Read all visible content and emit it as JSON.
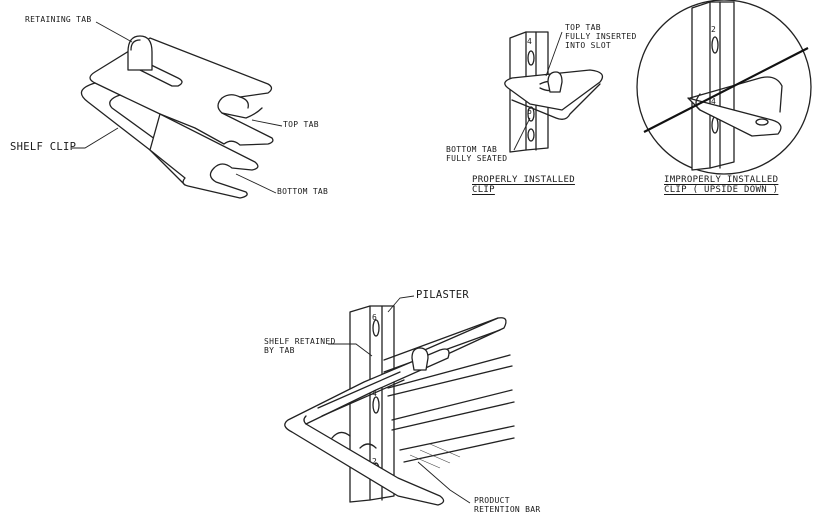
{
  "labels": {
    "retaining_tab": "RETAINING TAB",
    "shelf_clip": "SHELF CLIP",
    "top_tab": "TOP TAB",
    "bottom_tab": "BOTTOM TAB",
    "top_tab_inserted": [
      "TOP TAB",
      "FULLY INSERTED",
      "INTO SLOT"
    ],
    "bottom_tab_seated": [
      "BOTTOM TAB",
      "FULLY SEATED"
    ],
    "properly_installed": [
      "PROPERLY INSTALLED",
      "CLIP"
    ],
    "improperly_installed": [
      "IMPROPERLY INSTALLED",
      "CLIP ( UPSIDE DOWN )"
    ],
    "pilaster": "PILASTER",
    "shelf_retained": [
      "SHELF RETAINED",
      "BY TAB"
    ],
    "product_retention_bar": [
      "PRODUCT",
      "RETENTION BAR"
    ]
  },
  "slot_numbers": {
    "proper": [
      "4",
      "6"
    ],
    "improper": [
      "2",
      "4"
    ],
    "pilaster": [
      "6",
      "4",
      "2"
    ]
  },
  "colors": {
    "line": "#222222",
    "background": "#ffffff"
  }
}
